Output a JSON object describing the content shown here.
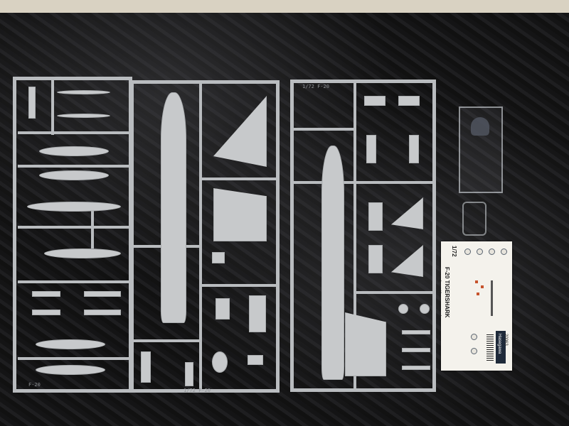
{
  "scene": {
    "description_kind": "photo",
    "subject": "plastic model kit sprues on black cloth"
  },
  "sprues": {
    "left_tag": "F-20",
    "middle_tag": "1/72 F-20",
    "right_tag": "1/72 F-20"
  },
  "decal_sheet": {
    "scale": "1/72",
    "title": "F-20 TIGERSHARK",
    "subtitle": "F-20 タイガーシャーク",
    "brand": "Hasegawa",
    "code": "20063"
  },
  "colors": {
    "sprue_plastic": "#c7c9cb",
    "cloth": "#151516",
    "decal_paper": "#f4f2ec"
  }
}
